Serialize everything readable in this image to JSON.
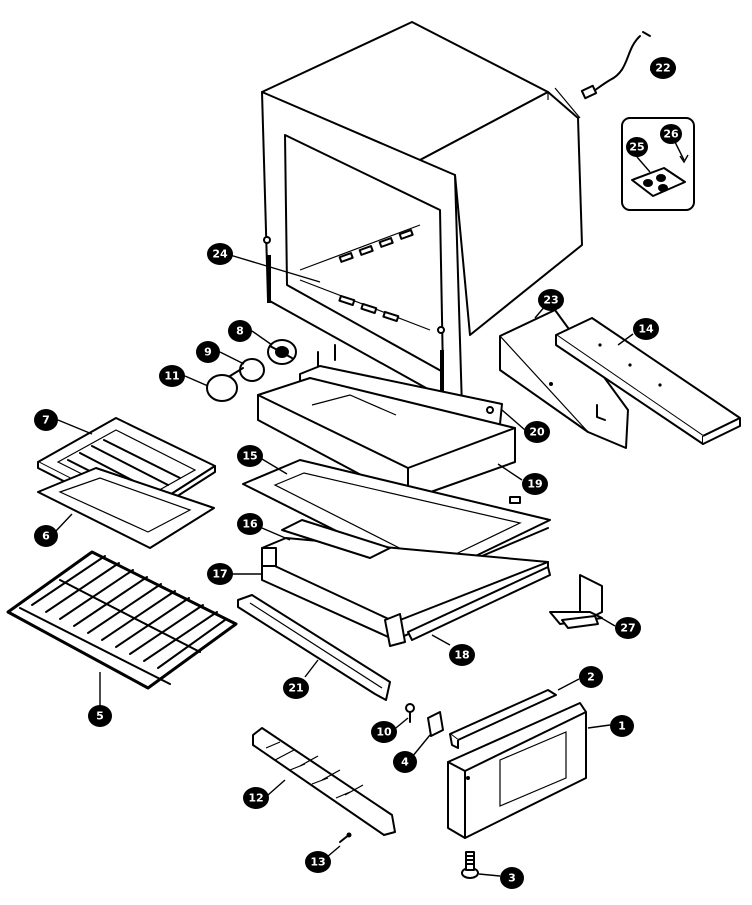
{
  "diagram": {
    "parts": [
      {
        "id": "oven-cavity",
        "label": "24",
        "bubble_of": "oven-cavity-bubble"
      },
      {
        "id": "power-cord",
        "label": "22"
      },
      {
        "id": "burner-inset",
        "label": "25"
      },
      {
        "id": "burner-inset-screw",
        "label": "26"
      },
      {
        "id": "rear-panel",
        "label": "23"
      },
      {
        "id": "rear-bracket",
        "label": "14"
      },
      {
        "id": "knob-bezel",
        "label": "8"
      },
      {
        "id": "knob-light",
        "label": "9"
      },
      {
        "id": "knob",
        "label": "11"
      },
      {
        "id": "broiler-pan-insert",
        "label": "7"
      },
      {
        "id": "broiler-pan",
        "label": "6"
      },
      {
        "id": "oven-rack",
        "label": "5"
      },
      {
        "id": "oven-bottom",
        "label": "15"
      },
      {
        "id": "insulation-block",
        "label": "19"
      },
      {
        "id": "frame-bracket",
        "label": "20"
      },
      {
        "id": "drawer-bottom",
        "label": "16"
      },
      {
        "id": "drawer-side",
        "label": "17"
      },
      {
        "id": "drawer-rail-right",
        "label": "18"
      },
      {
        "id": "drawer-rail-left",
        "label": "21"
      },
      {
        "id": "corner-bracket",
        "label": "27"
      },
      {
        "id": "kick-panel-top",
        "label": "2"
      },
      {
        "id": "kick-panel",
        "label": "1"
      },
      {
        "id": "leveling-leg",
        "label": "3"
      },
      {
        "id": "clip",
        "label": "4"
      },
      {
        "id": "screw-10",
        "label": "10"
      },
      {
        "id": "toe-plate",
        "label": "12"
      },
      {
        "id": "screw-13",
        "label": "13"
      }
    ]
  }
}
